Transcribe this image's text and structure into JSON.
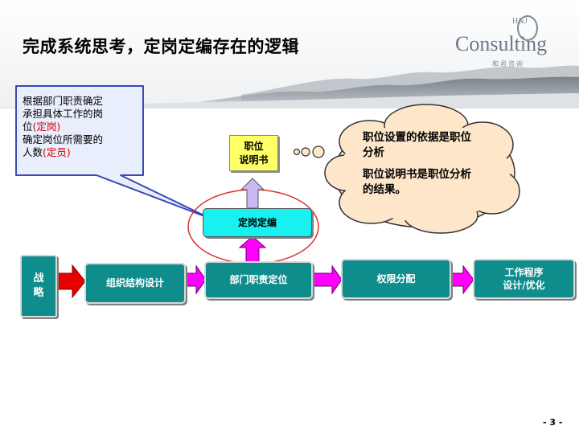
{
  "slide": {
    "title": "完成系统思考，定岗定编存在的逻辑",
    "page_number": "- 3 -"
  },
  "logo": {
    "top": "H&J",
    "main": "Consulting",
    "sub": "和君咨询"
  },
  "callout": {
    "line1": "根据部门职责确定",
    "line2": "承担具体工作的岗",
    "line3_prefix": "位",
    "line3_red": "(定岗)",
    "line4": "确定岗位所需要的",
    "line5_prefix": "人数",
    "line5_red": "(定员)"
  },
  "thought": {
    "para1": "职位设置的依据是职位分析",
    "para2": "职位说明书是职位分析的结果。"
  },
  "nodes": {
    "strategy": {
      "line1": "战",
      "line2": "略"
    },
    "org_design": "组织结构设计",
    "dept_duty": "部门职责定位",
    "authority": "权限分配",
    "workflow": {
      "line1": "工作程序",
      "line2": "设计/优化"
    },
    "dinggang": "定岗定编",
    "job_desc": {
      "line1": "职位",
      "line2": "说明书"
    }
  },
  "colors": {
    "teal": "#0f8c8c",
    "cyan": "#19f0f0",
    "yellow": "#ffff66",
    "magenta_arrow": "#ff00ff",
    "red_arrow": "#e60000",
    "lavender_arrow": "#c9b8f2",
    "note_fill": "#e8eefc",
    "note_border": "#3b48b7",
    "ellipse_red": "#e03030"
  }
}
